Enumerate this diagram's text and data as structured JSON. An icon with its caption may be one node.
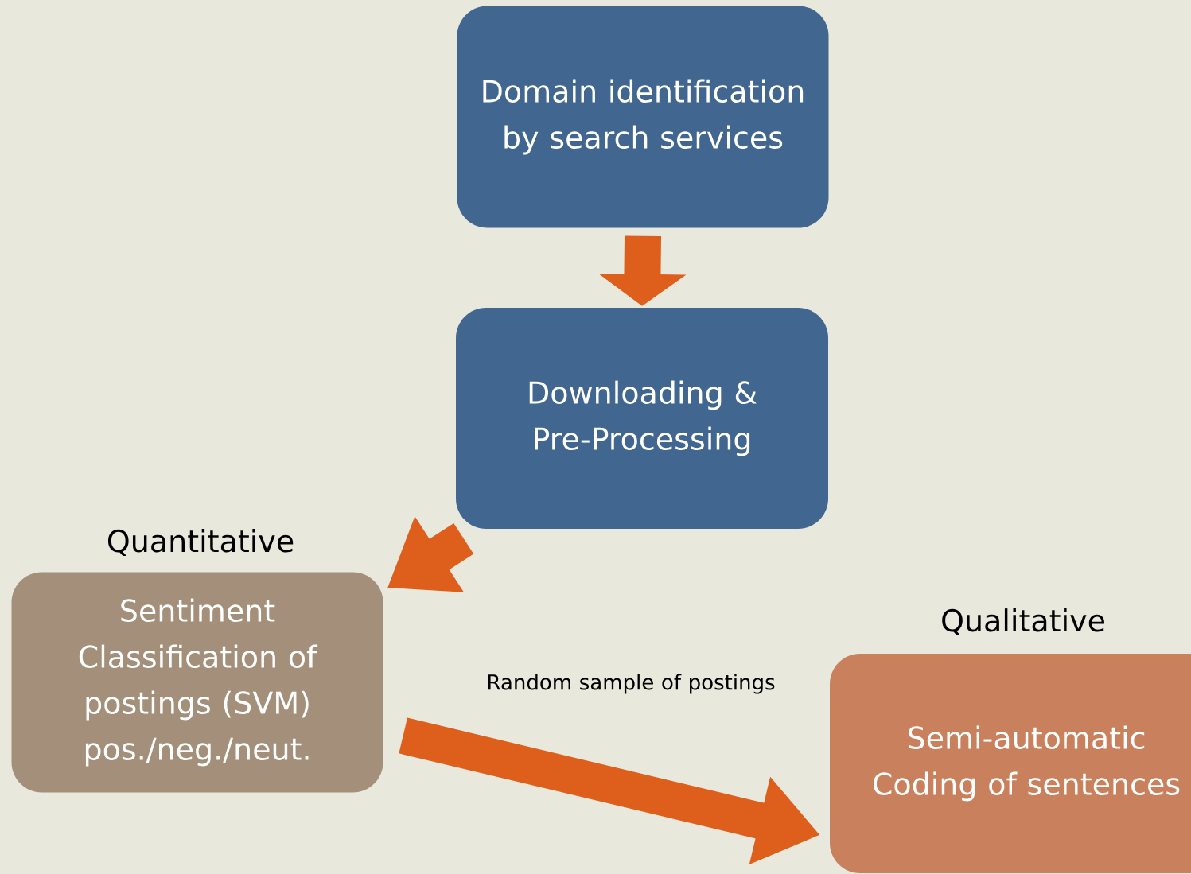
{
  "diagram": {
    "nodes": [
      {
        "text": [
          "Domain identification by search services"
        ]
      },
      {
        "text": [
          "Downloading & Pre-Processing"
        ]
      },
      {
        "text": [
          "Quantitative",
          "Sentiment Classification of postings (SVM) pos./neg./neut."
        ]
      },
      {
        "text": [
          "Qualitative",
          "Semi-automatic Coding of sentences"
        ]
      }
    ],
    "edges": [
      {
        "from": 0,
        "to": 1,
        "arrow": "to"
      },
      {
        "from": 1,
        "to": 2,
        "arrow": "to"
      },
      {
        "from": 2,
        "to": 3,
        "arrow": "to",
        "label": "Random sample of postings"
      }
    ]
  }
}
